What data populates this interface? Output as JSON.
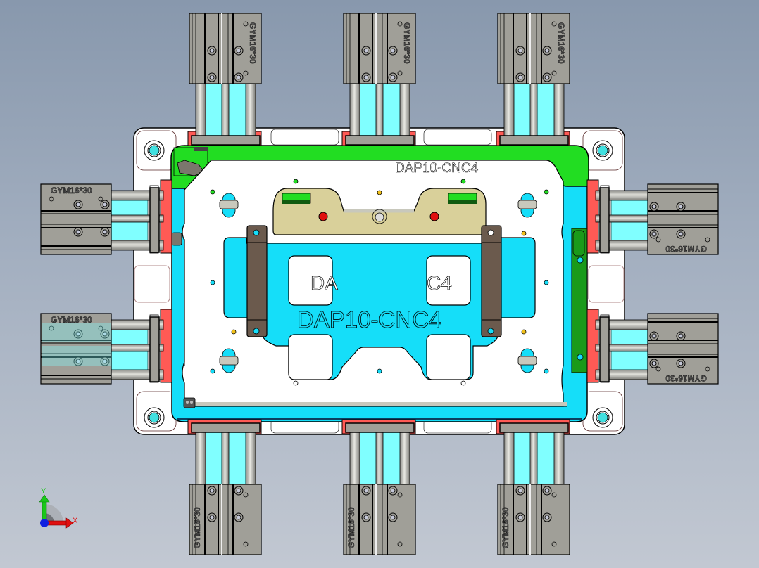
{
  "viewport": {
    "background_top": "#8898ad",
    "background_bottom": "#c2c8d2"
  },
  "fixture": {
    "part_label_top": "DAP10-CNC4",
    "part_label_center": "DAP10-CNC4",
    "window_label_left": "DA",
    "window_label_right": "C4",
    "colors": {
      "base_plate": "#ffffff",
      "clamp_frame_green": "#22dd22",
      "dark_green_rail": "#1a9a1a",
      "cyan_part": "#15def9",
      "tan_block": "#d9d09a",
      "brown_clamp": "#6b5a4d",
      "red_pad": "#ff5a55",
      "cylinder_gray": "#a09f98",
      "rod_light_cyan": "#80ffff",
      "locating_pin_red": "#e01010",
      "locator_yellow": "#f2c21a"
    }
  },
  "cylinders": {
    "model_label": "GYM16*30",
    "top": [
      {
        "label": "GYM16*30"
      },
      {
        "label": "GYM16*30"
      },
      {
        "label": "GYM16*30"
      }
    ],
    "bottom": [
      {
        "label": "GYM16*30"
      },
      {
        "label": "GYM16*30"
      },
      {
        "label": "GYM16*30"
      }
    ],
    "left": [
      {
        "label": "GYM16*30"
      },
      {
        "label": "GYM16*30"
      }
    ],
    "right": [
      {
        "label": "GYM16*30"
      },
      {
        "label": "GYM16*30"
      }
    ]
  },
  "triad": {
    "x_label": "X",
    "y_label": "Y",
    "x_color": "#e01010",
    "y_color": "#19c819",
    "z_color": "#1020e0"
  }
}
